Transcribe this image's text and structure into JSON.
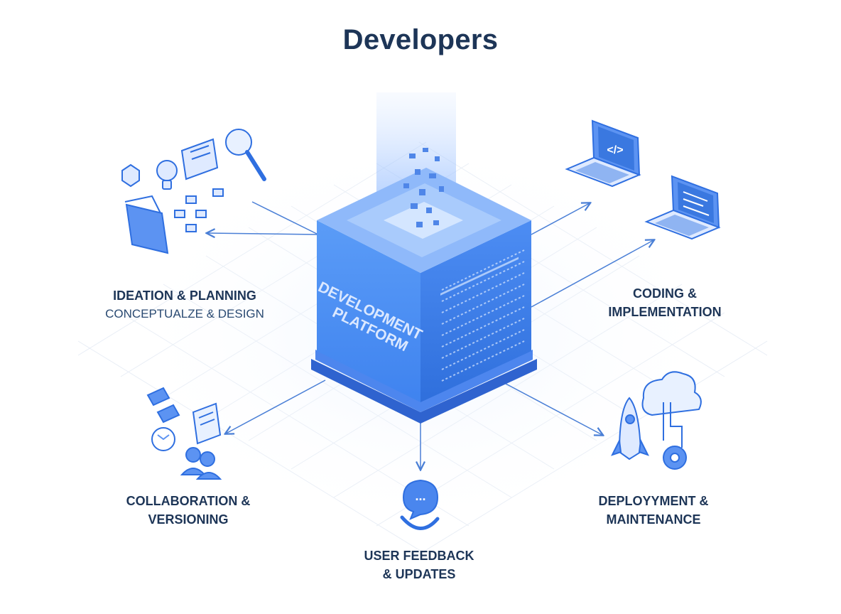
{
  "title": "Developers",
  "platform": {
    "label_line1": "DEVELOPMENT",
    "label_line2": "PLATFORM"
  },
  "stages": {
    "ideation": {
      "line1": "IDEATION & PLANNING",
      "line2": "CONCEPTUALZE & DESIGN"
    },
    "coding": {
      "line1": "CODING &",
      "line2": "IMPLEMENTATION"
    },
    "collaboration": {
      "line1": "COLLABORATION &",
      "line2": "VERSIONING"
    },
    "deployment": {
      "line1": "DEPLOYYMENT &",
      "line2": "MAINTENANCE"
    },
    "feedback": {
      "line1": "USER FEEDBACK",
      "line2": "& UPDATES"
    }
  },
  "icons": {
    "laptop_code": "</>",
    "chat_bubble": "...",
    "list": [
      "lightbulb-icon",
      "magnifier-icon",
      "wallet-icon",
      "flowchart-icon",
      "laptop-icon",
      "rocket-icon",
      "cloud-icon",
      "gear-icon",
      "people-icon",
      "sync-icon",
      "chat-icon"
    ]
  },
  "colors": {
    "title": "#1d3557",
    "accent": "#3d7ff0",
    "cube_front": "#4a8ff5",
    "cube_side": "#3a78e0",
    "cube_top": "#8cb8fb",
    "icon_stroke": "#2f6fe0",
    "icon_fill": "#d7e6ff"
  }
}
